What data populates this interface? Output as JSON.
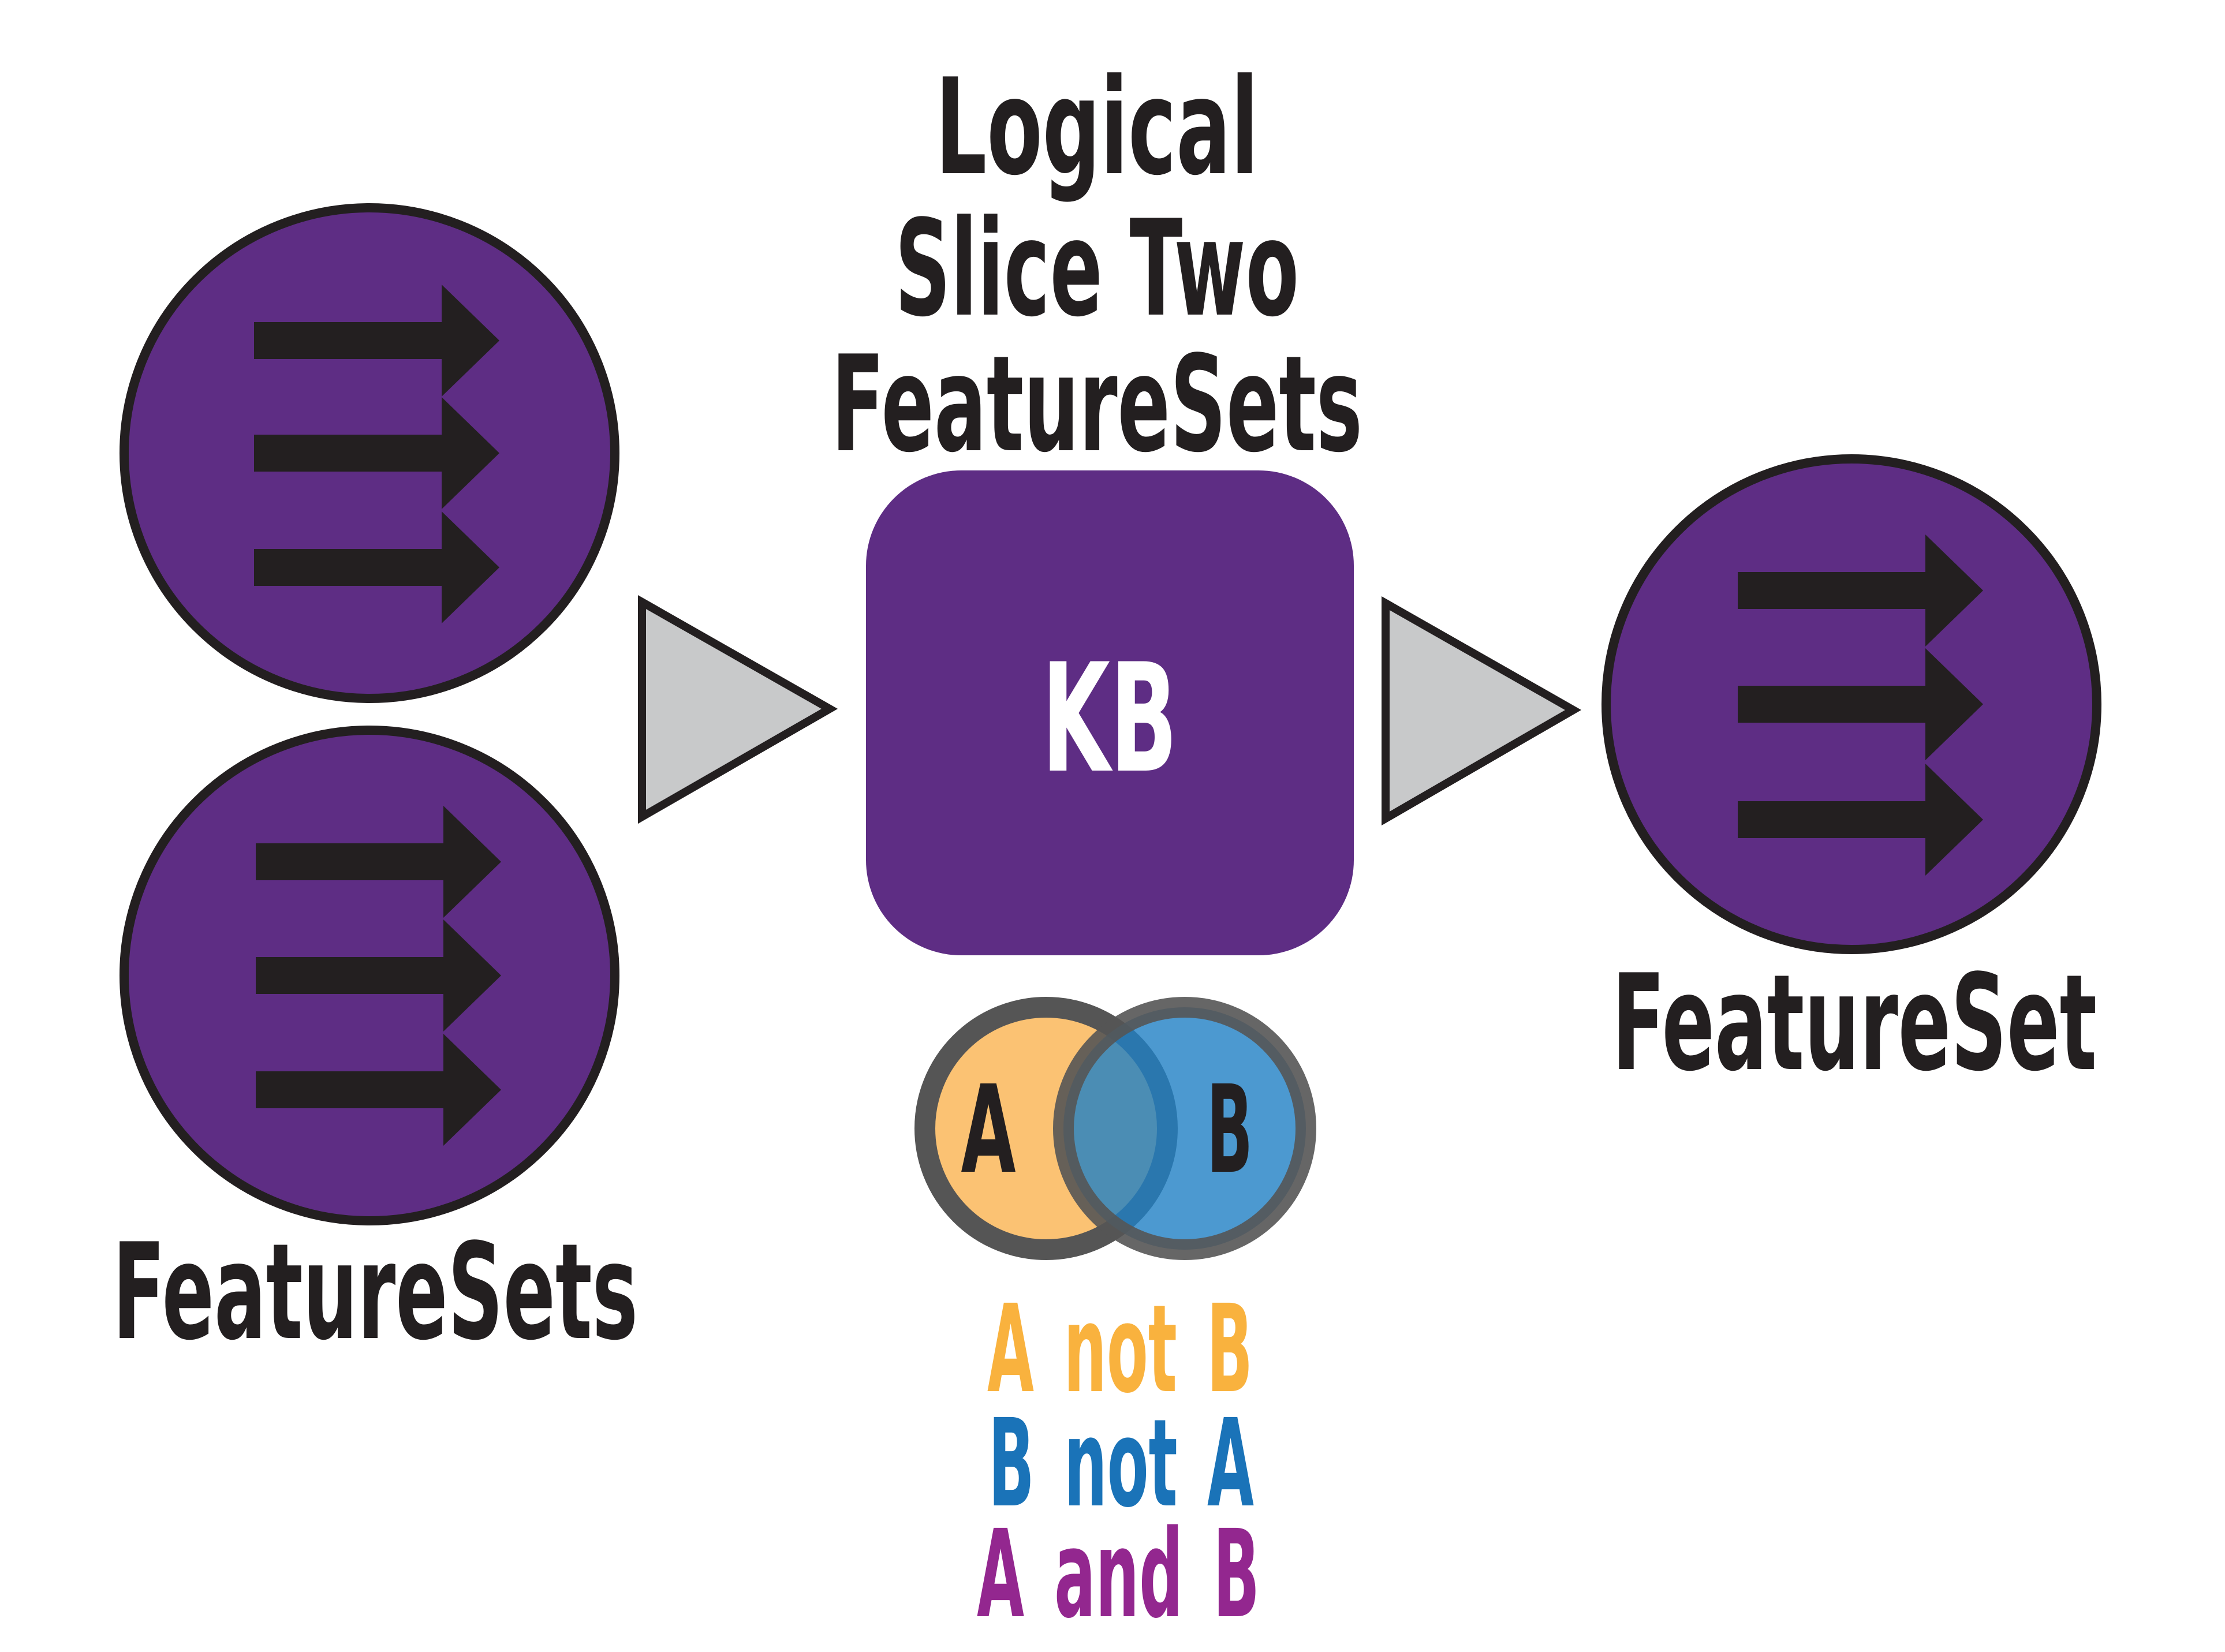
{
  "title": {
    "line1": "Logical",
    "line2": "Slice Two",
    "line3": "FeatureSets"
  },
  "inputs_label": "FeatureSets",
  "output_label": "FeatureSet",
  "kb_label": "KB",
  "venn": {
    "a_label": "A",
    "b_label": "B"
  },
  "operations": [
    {
      "left": "A",
      "mid": "not",
      "right": "B"
    },
    {
      "left": "B",
      "mid": "not",
      "right": "A"
    },
    {
      "left": "A",
      "mid": "and",
      "right": "B"
    }
  ],
  "colors": {
    "purple": "#5e2d84",
    "outline": "#231f20",
    "arrow_gray": "#c8c9ca",
    "venn_a": "#fbbf6b",
    "venn_b": "#4b9bd3",
    "venn_ring": "#555555",
    "op1": "#f9b23e",
    "op2": "#1a73b8",
    "op3": "#93278f"
  },
  "icons": {
    "feature_set": "three-right-arrows-icon",
    "flow": "triangle-right-arrow-icon"
  }
}
